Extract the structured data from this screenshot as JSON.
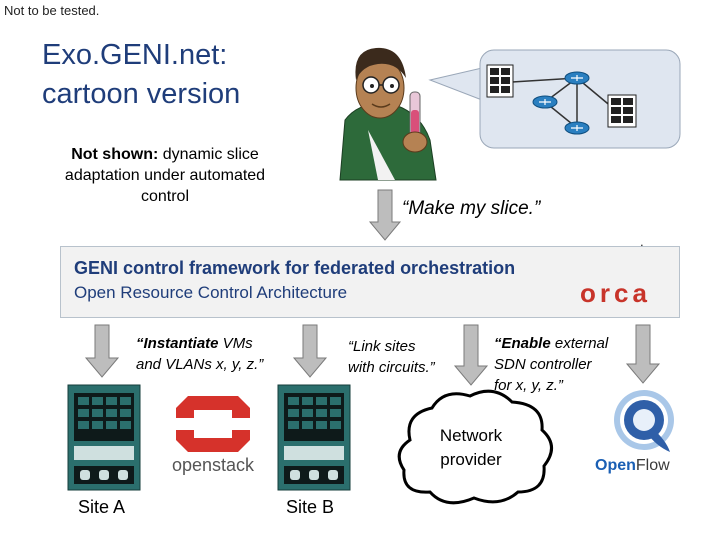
{
  "note": "Not to be tested.",
  "title": {
    "line1": "Exo.GENI.net:",
    "line2": "cartoon version"
  },
  "not_shown": {
    "bold": "Not shown:",
    "text": " dynamic slice adaptation under automated control"
  },
  "make_slice": "“Make my slice.”",
  "framework": {
    "line1": "GENI control framework for federated orchestration",
    "line2": "Open Resource Control Architecture"
  },
  "orca_logo": "orca",
  "quotes": {
    "instantiate_bold": "“Instantiate",
    "instantiate_rest1": " VMs",
    "instantiate_line2": "and VLANs x, y, z.”",
    "link_line1": "“Link sites",
    "link_line2": "with circuits.”",
    "enable_bold": "“Enable",
    "enable_rest1": " external",
    "enable_line2": "SDN controller",
    "enable_line3": "for x, y, z.”"
  },
  "sites": {
    "a": "Site A",
    "b": "Site B"
  },
  "network_provider": "Network provider",
  "openstack_logo": "openstack",
  "openflow": {
    "open": "Open",
    "flow": "Flow"
  },
  "colors": {
    "title": "#1f3d7a",
    "arrow_fill": "#bdbdbd",
    "bubble_fill": "#dfe6f0",
    "rack_fill": "#1f5a5a",
    "openstack_red": "#d6322b",
    "orca_red": "#c8342a",
    "openflow_blue": "#1a5fb4"
  }
}
